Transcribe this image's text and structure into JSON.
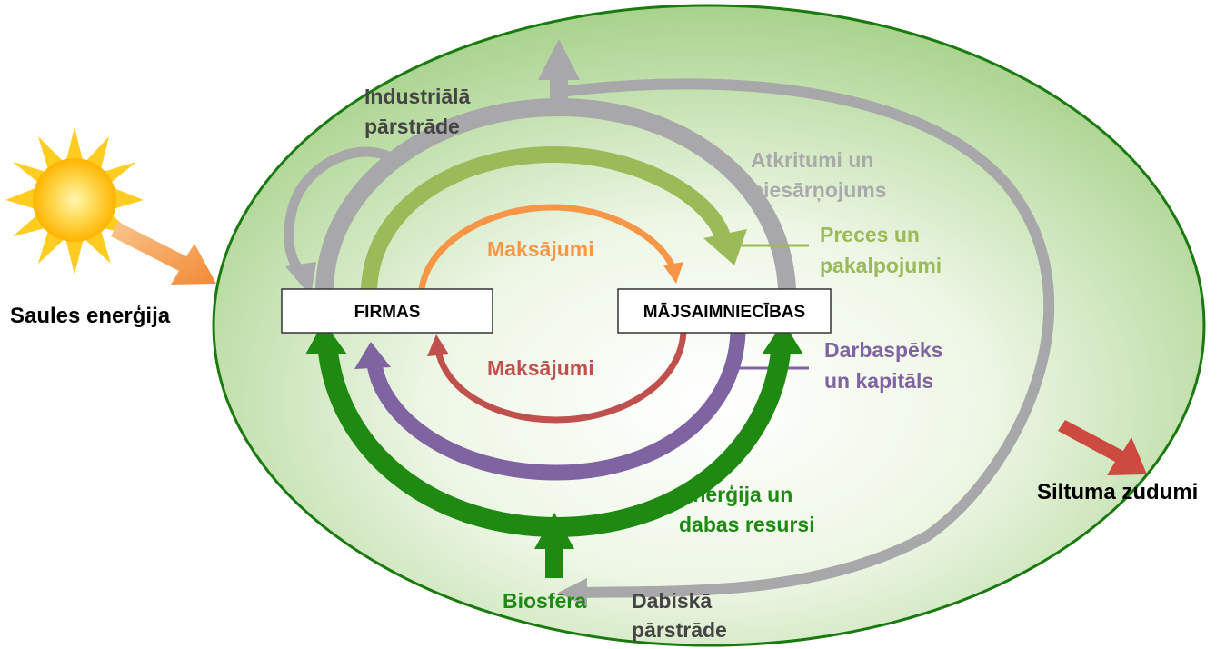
{
  "nodes": {
    "firms": "FIRMAS",
    "households": "MĀJSAIMNIECĪBAS"
  },
  "labels": {
    "solar_energy": "Saules enerģija",
    "heat_loss": "Siltuma zudumi",
    "industrial_recycling_line1": "Industriālā",
    "industrial_recycling_line2": "pārstrāde",
    "waste_line1": "Atkritumi un",
    "waste_line2": "piesārņojums",
    "goods_line1": "Preces un",
    "goods_line2": "pakalpojumi",
    "payments_top": "Maksājumi",
    "payments_bottom": "Maksājumi",
    "labour_line1": "Darbaspēks",
    "labour_line2": "un kapitāls",
    "energy_line1": "Enerģija un",
    "energy_line2": "dabas resursi",
    "biosphere": "Biosfēra",
    "natural_recycling_line1": "Dabiskā",
    "natural_recycling_line2": "pārstrāde"
  },
  "colors": {
    "ellipse_center": "#ffffff",
    "ellipse_edge": "#a6d18a",
    "ellipse_stroke": "#1a7a10",
    "sun_inner": "#fff6a8",
    "sun_outer": "#ffc21a",
    "solar_arrow": "#f79a4a",
    "heat_arrow": "#cc4a3f",
    "gray_flow": "#a8a8aa",
    "goods": "#9bbb59",
    "payments_top": "#f79646",
    "payments_bottom": "#c0504d",
    "labour": "#8064a2",
    "energy": "#1f8a12",
    "text_dark": "#444444",
    "text_black": "#000000"
  }
}
